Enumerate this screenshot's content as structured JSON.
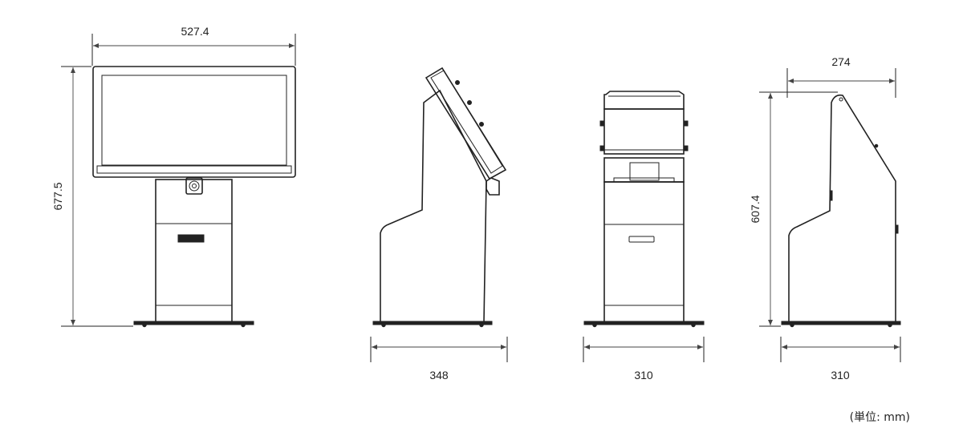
{
  "views": {
    "front": {
      "width_label": "527.4",
      "height_label": "677.5"
    },
    "side": {
      "depth_label": "348"
    },
    "back": {
      "width_label": "310"
    },
    "side_stand": {
      "height_label": "607.4",
      "top_label": "274",
      "base_label": "310"
    }
  },
  "unit_note": "(単位: mm)"
}
